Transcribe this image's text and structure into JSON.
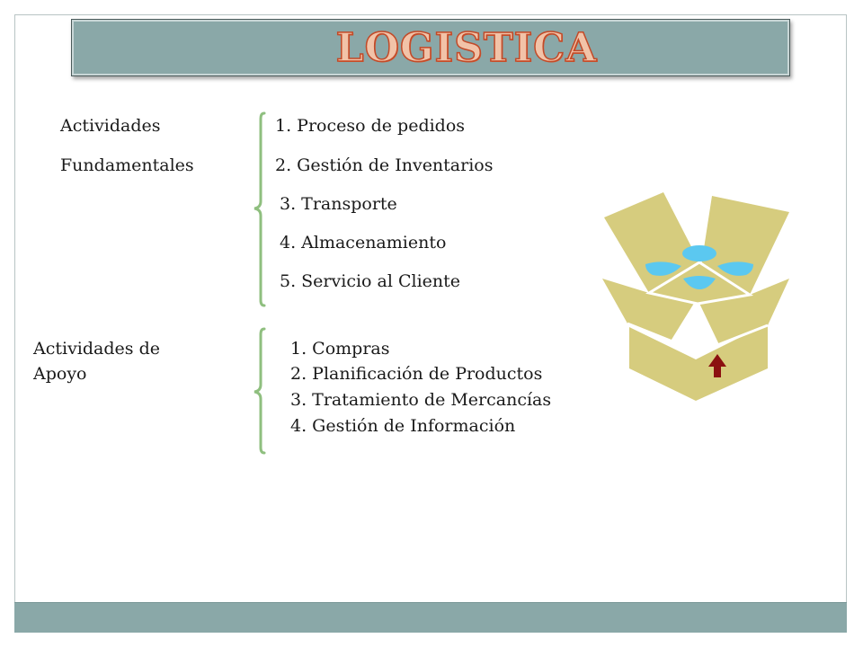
{
  "title": "LOGISTICA",
  "fundamental": {
    "label_line1": "Actividades",
    "label_line2": "Fundamentales",
    "items": [
      "1. Proceso de pedidos",
      "2. Gestión de Inventarios",
      "3. Transporte",
      "4. Almacenamiento",
      "5. Servicio al Cliente"
    ]
  },
  "support": {
    "label_line1": "Actividades de",
    "label_line2": "Apoyo",
    "items": [
      "1. Compras",
      "2. Planificación de Productos",
      "3. Tratamiento de Mercancías",
      "4. Gestión de Información"
    ]
  },
  "colors": {
    "accent_teal": "#8aa8a8",
    "title_fill": "#f2c3a8",
    "title_outline": "#c24a28",
    "brace": "#8fbf7f",
    "box_face": "#d6cc7e",
    "box_dot": "#5bc8f0",
    "arrow": "#8b1010"
  },
  "icons": {
    "box": "open-box-icon",
    "arrow": "up-arrow-icon"
  }
}
